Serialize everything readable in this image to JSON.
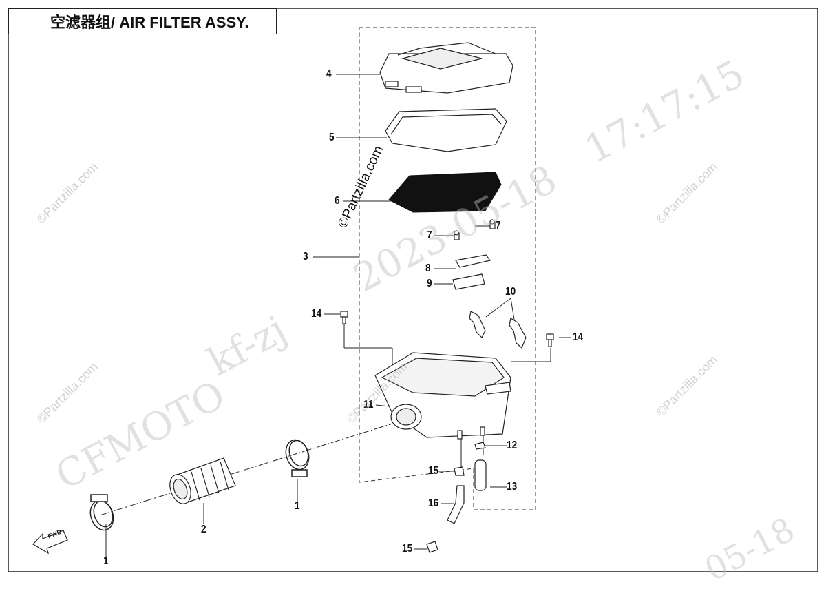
{
  "header": {
    "title": "空滤器组/ AIR FILTER ASSY."
  },
  "callouts": {
    "c1a": "1",
    "c1b": "1",
    "c2": "2",
    "c3": "3",
    "c4": "4",
    "c5": "5",
    "c6": "6",
    "c7a": "7",
    "c7b": "7",
    "c8": "8",
    "c9": "9",
    "c10": "10",
    "c11": "11",
    "c12": "12",
    "c13": "13",
    "c14a": "14",
    "c14b": "14",
    "c15a": "15",
    "c15b": "15",
    "c16": "16"
  },
  "fwd_arrow": {
    "label": "FWD"
  },
  "watermarks": {
    "brand": "CFMOTO",
    "user": "kf-zj",
    "date": "2023-05-18",
    "time": "17:17:15",
    "date_partial": "05-18",
    "site": "©Partzilla.com",
    "site_overlay": "©Partzilla.com"
  },
  "colors": {
    "line": "#222222",
    "watermark": "#bdbdbd",
    "filter_element": "#111111"
  }
}
